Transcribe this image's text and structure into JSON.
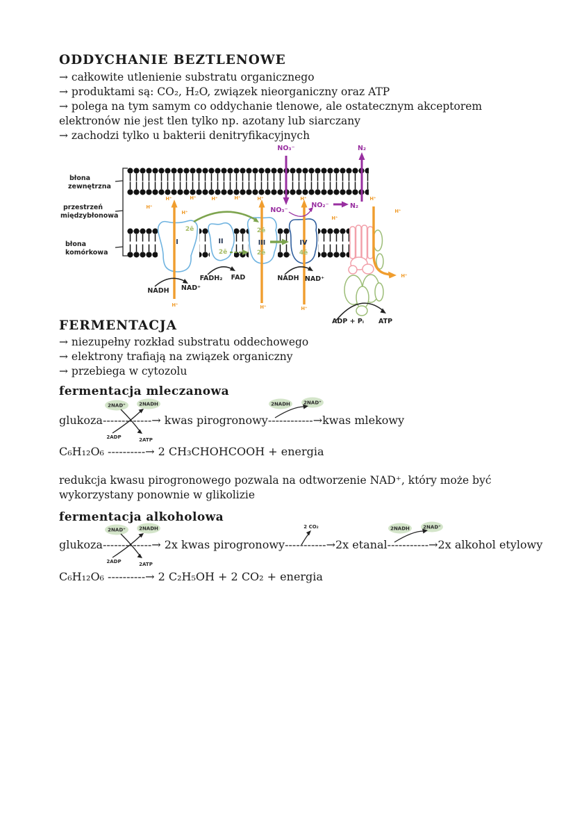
{
  "oddychanie": {
    "title": "ODDYCHANIE BEZTLENOWE",
    "lines": [
      "→ całkowite utlenienie substratu organicznego",
      "→ produktami są: CO₂, H₂O, związek nieorganiczny oraz ATP",
      "→ polega na tym samym co oddychanie tlenowe, ale ostatecznym akceptorem",
      "elektronów nie jest tlen tylko np. azotany lub siarczany",
      "→ zachodzi tylko u bakterii denitryfikacyjnych"
    ]
  },
  "diagram": {
    "labels": {
      "outer_membrane_1": "błona",
      "outer_membrane_2": "zewnętrzna",
      "intermembrane_1": "przestrzeń",
      "intermembrane_2": "międzybłonowa",
      "cell_membrane_1": "błona",
      "cell_membrane_2": "komórkowa"
    },
    "complexes": [
      "I",
      "II",
      "III",
      "IV"
    ],
    "e2": "2ē",
    "e4": "4ē",
    "h_plus": "H⁺",
    "no3": "NO₃⁻",
    "no2": "NO₂⁻",
    "n2": "N₂",
    "nadh": "NADH",
    "nad_plus": "NAD⁺",
    "fadh2": "FADH₂",
    "fad": "FAD",
    "adp_pi": "ADP + Pᵢ",
    "atp": "ATP",
    "colors": {
      "orange": "#f09d2e",
      "green_arrow": "#7da44e",
      "olive_label": "#a6bc66",
      "purple": "#982fa0",
      "complex_blue": "#6fb3e0",
      "complex_navy": "#31609e",
      "synthase_pink": "#f2a0aa",
      "synthase_green": "#9cbd77"
    }
  },
  "fermentacja": {
    "title": "FERMENTACJA",
    "lines": [
      "→ niezupełny rozkład substratu oddechowego",
      "→ elektrony trafiają na związek organiczny",
      "→ przebiega w cytozolu"
    ]
  },
  "mleczanowa": {
    "heading": "fermentacja mleczanowa",
    "eq": {
      "glukoza": "glukoza",
      "dashes1": "-------------→",
      "kwas_pirogronowy": " kwas pirogronowy",
      "dashes2": "------------→",
      "kwas_mlekowy": "kwas mlekowy",
      "nad2": "2NAD⁺",
      "nadh2": "2NADH",
      "adp2": "2ADP",
      "atp2": "2ATP",
      "nadh2b": "2NADH",
      "nad2b": "2NAD⁺"
    },
    "formula": "C₆H₁₂O₆ ----------→ 2 CH₃CHOHCOOH + energia",
    "note_lines": [
      "redukcja kwasu pirogronowego pozwala na odtworzenie NAD⁺, który może być",
      "wykorzystany ponownie w glikolizie"
    ]
  },
  "alkoholowa": {
    "heading": "fermentacja alkoholowa",
    "eq": {
      "glukoza": "glukoza",
      "dashes1": "-------------→",
      "kwas": " 2x kwas pirogronowy",
      "dashes2": "-----------→",
      "etanal": "2x etanal",
      "dashes3": "-----------→",
      "alkohol": "2x alkohol etylowy",
      "nad2": "2NAD⁺",
      "nadh2": "2NADH",
      "adp2": "2ADP",
      "atp2": "2ATP",
      "co2": "2 CO₂",
      "nadh2b": "2NADH",
      "nad2b": "2NAD⁺"
    },
    "formula": "C₆H₁₂O₆ ----------→ 2 C₂H₅OH + 2 CO₂ + energia"
  }
}
